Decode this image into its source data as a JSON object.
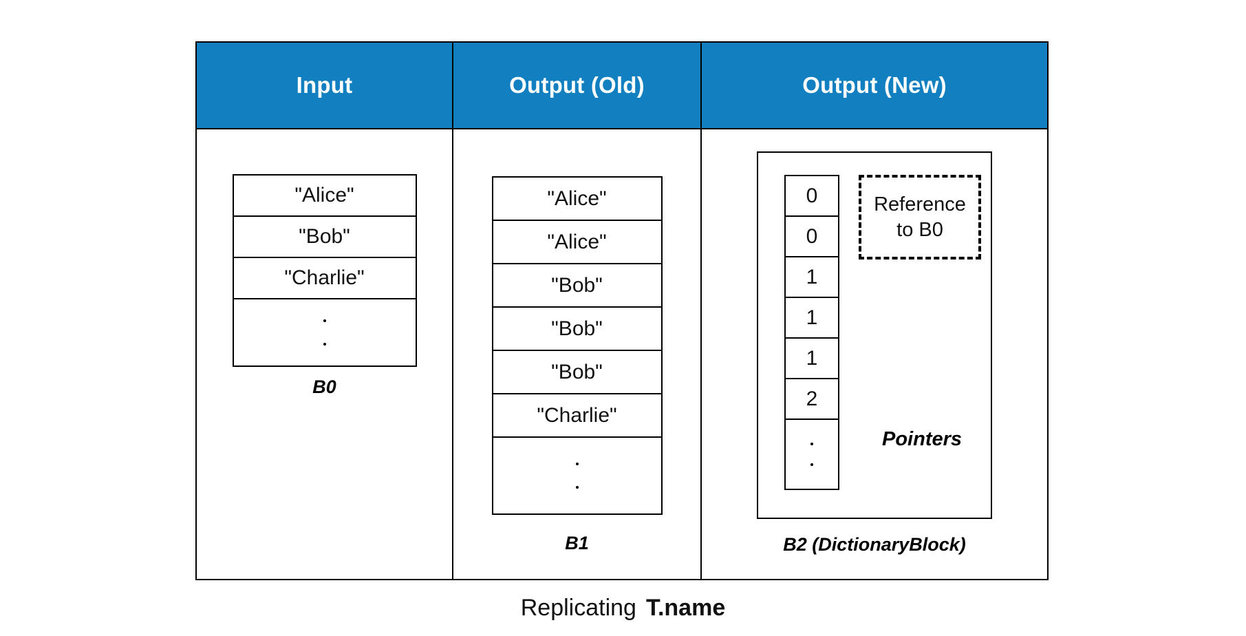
{
  "table": {
    "columns": [
      {
        "header": "Input"
      },
      {
        "header": "Output (Old)"
      },
      {
        "header": "Output (New)"
      }
    ]
  },
  "blocks": {
    "b0": {
      "label": "B0",
      "values": [
        "\"Alice\"",
        "\"Bob\"",
        "\"Charlie\""
      ],
      "ellipsis": "vertical-dots"
    },
    "b1": {
      "label": "B1",
      "values": [
        "\"Alice\"",
        "\"Alice\"",
        "\"Bob\"",
        "\"Bob\"",
        "\"Bob\"",
        "\"Charlie\""
      ],
      "ellipsis": "vertical-dots"
    },
    "b2": {
      "label": "B2 (DictionaryBlock)",
      "pointers_label": "Pointers",
      "pointers": [
        "0",
        "0",
        "1",
        "1",
        "1",
        "2"
      ],
      "ellipsis": "vertical-dots",
      "reference_line1": "Reference",
      "reference_line2": "to B0"
    }
  },
  "caption": {
    "text": "Replicating",
    "bold_text": "T.name"
  },
  "colors": {
    "header_blue": "#1280C0",
    "header_text": "#FFFFFF",
    "border": "#000000",
    "background": "#FFFFFF"
  }
}
